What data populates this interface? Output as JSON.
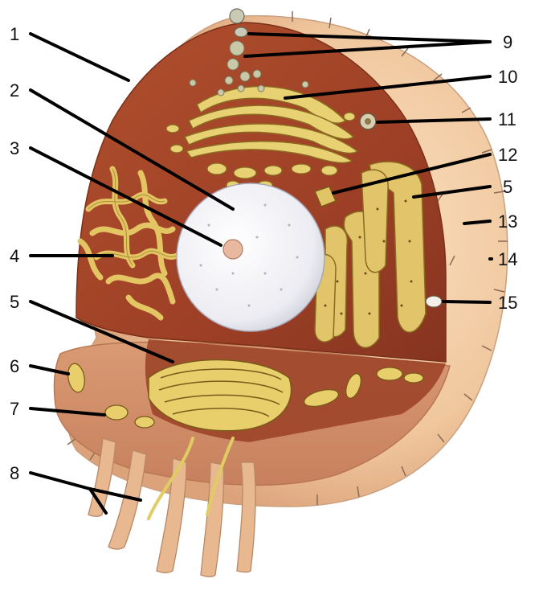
{
  "figure": {
    "labels": [
      {
        "id": "1",
        "text": "1"
      },
      {
        "id": "2",
        "text": "2"
      },
      {
        "id": "3",
        "text": "3"
      },
      {
        "id": "4",
        "text": "4"
      },
      {
        "id": "5a",
        "text": "5"
      },
      {
        "id": "5b",
        "text": "5"
      },
      {
        "id": "6",
        "text": "6"
      },
      {
        "id": "7",
        "text": "7"
      },
      {
        "id": "8",
        "text": "8"
      },
      {
        "id": "9",
        "text": "9"
      },
      {
        "id": "10",
        "text": "10"
      },
      {
        "id": "11",
        "text": "11"
      },
      {
        "id": "12",
        "text": "12"
      },
      {
        "id": "13",
        "text": "13"
      },
      {
        "id": "14",
        "text": "14"
      },
      {
        "id": "15",
        "text": "15"
      }
    ]
  },
  "colors": {
    "outer_membrane": "#f0c9a0",
    "cut_face": "#a8482a",
    "cut_face_dark": "#7e3220",
    "organelle_yellow": "#e6d070",
    "nucleus_white": "#eeeef4",
    "leader": "#000000"
  }
}
